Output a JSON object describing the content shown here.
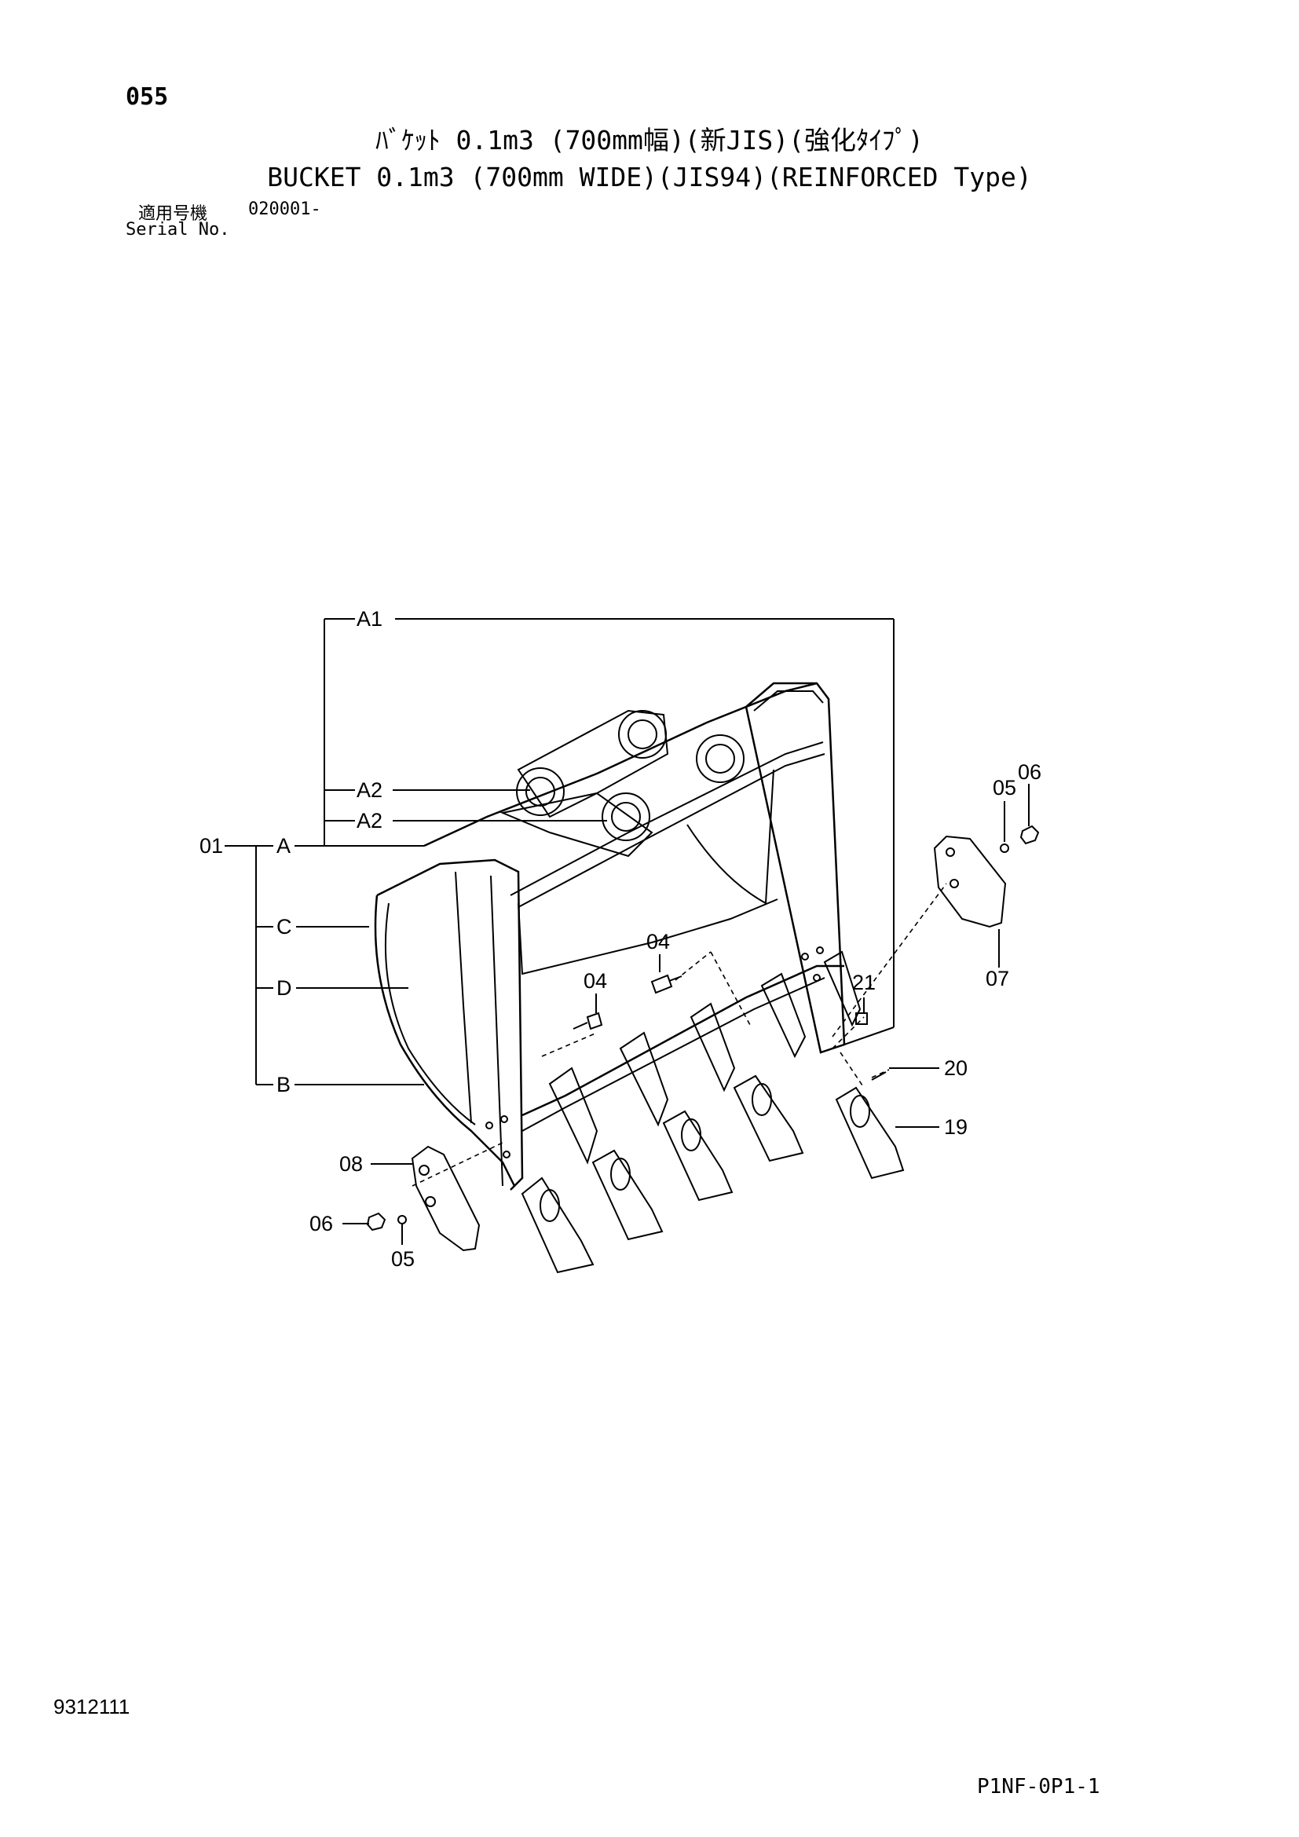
{
  "header": {
    "page_number": "055",
    "title_jp": "ﾊﾞｹｯﾄ 0.1m3 (700mm幅)(新JIS)(強化ﾀｲﾌﾟ)",
    "title_en": "BUCKET 0.1m3 (700mm WIDE)(JIS94)(REINFORCED Type)",
    "serial_label_jp": "適用号機",
    "serial_value": "020001-",
    "serial_label_en": "Serial No."
  },
  "callouts": {
    "a1": "A1",
    "a2_upper": "A2",
    "a2_lower": "A2",
    "c01": "01",
    "a": "A",
    "c": "C",
    "d": "D",
    "b": "B",
    "p04_upper": "04",
    "p04_lower": "04",
    "p05_right": "05",
    "p06_right": "06",
    "p07": "07",
    "p21": "21",
    "p20": "20",
    "p19": "19",
    "p08": "08",
    "p06_left": "06",
    "p05_left": "05"
  },
  "footer": {
    "doc_number": "9312111",
    "ref_code": "P1NF-0P1-1"
  }
}
